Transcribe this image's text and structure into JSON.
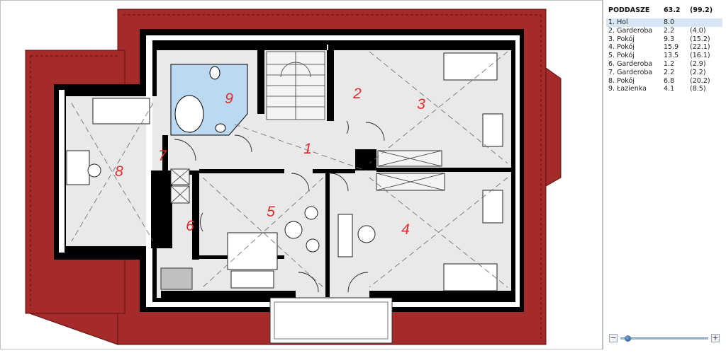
{
  "floor": {
    "name": "PODDASZE",
    "area": "63.2",
    "total": "(99.2)"
  },
  "rooms": [
    {
      "name": "1. Hol",
      "area": "8.0",
      "total": "",
      "label": "1"
    },
    {
      "name": "2. Garderoba",
      "area": "2.2",
      "total": "(4.0)",
      "label": "2"
    },
    {
      "name": "3. Pokój",
      "area": "9.3",
      "total": "(15.2)",
      "label": "3"
    },
    {
      "name": "4. Pokój",
      "area": "15.9",
      "total": "(22.1)",
      "label": "4"
    },
    {
      "name": "5. Pokój",
      "area": "13.5",
      "total": "(16.1)",
      "label": "5"
    },
    {
      "name": "6. Garderoba",
      "area": "1.2",
      "total": "(2.9)",
      "label": "6"
    },
    {
      "name": "7. Garderoba",
      "area": "2.2",
      "total": "(2.2)",
      "label": "7"
    },
    {
      "name": "8. Pokój",
      "area": "6.8",
      "total": "(20.2)",
      "label": "8"
    },
    {
      "name": "9. Łazienka",
      "area": "4.1",
      "total": "(8.5)",
      "label": "9"
    }
  ],
  "selected_room_index": 0,
  "zoom": {
    "minus_label": "−",
    "plus_label": "+",
    "level": 0.05
  },
  "colors": {
    "roof": "#a52a2a",
    "wall": "#000000",
    "floor": "#e9e9e9",
    "bathroom": "#bcd9f2",
    "room_label": "#e32a2a",
    "selected_row": "#d7e6f5"
  }
}
